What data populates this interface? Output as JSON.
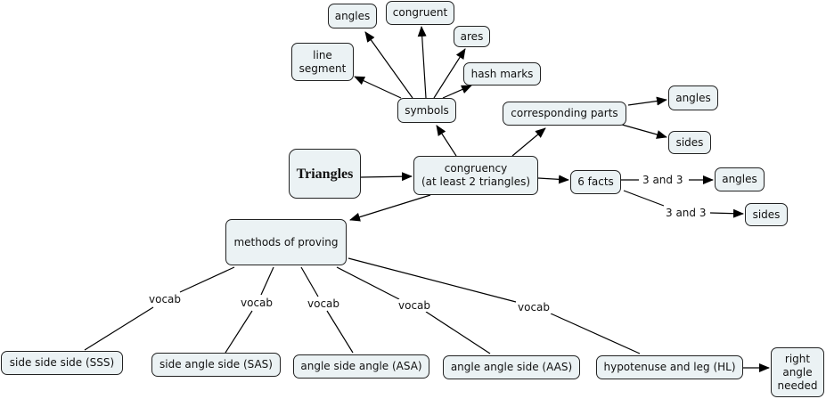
{
  "nodes": {
    "triangles": "Triangles",
    "congruency": "congruency\n(at least 2 triangles)",
    "symbols": "symbols",
    "angles_sym": "angles",
    "congruent": "congruent",
    "ares": "ares",
    "hash_marks": "hash marks",
    "line_segment": "line\nsegment",
    "corresponding_parts": "corresponding parts",
    "cp_angles": "angles",
    "cp_sides": "sides",
    "six_facts": "6 facts",
    "f_angles": "angles",
    "f_sides": "sides",
    "methods": "methods of proving",
    "sss": "side side side (SSS)",
    "sas": "side angle side (SAS)",
    "asa": "angle side angle (ASA)",
    "aas": "angle angle side (AAS)",
    "hl": "hypotenuse and leg (HL)",
    "right_angle": "right\nangle\nneeded"
  },
  "link_labels": {
    "three_and_three_a": "3 and 3",
    "three_and_three_b": "3 and 3",
    "vocab_1": "vocab",
    "vocab_2": "vocab",
    "vocab_3": "vocab",
    "vocab_4": "vocab",
    "vocab_5": "vocab"
  }
}
